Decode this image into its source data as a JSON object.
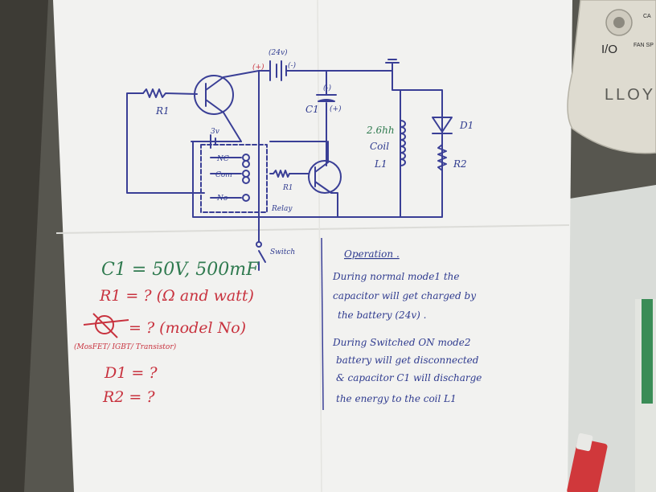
{
  "diagram": {
    "labels": {
      "r1_top": "R1",
      "battery_main": "(24v)",
      "plus_sign": "(+)",
      "minus_sign": "(-)",
      "cap_name": "C1",
      "cap_minus": "(-)",
      "cap_plus": "(+)",
      "coil_value": "2.6hh",
      "coil_word": "Coil",
      "coil_name": "L1",
      "diode": "D1",
      "r2": "R2",
      "battery_small": "3v",
      "nc": "NC",
      "com": "Com",
      "no": "No",
      "r1_relay": "R1",
      "relay": "Relay",
      "switch": "Switch"
    },
    "notes": {
      "spec_c1": "C1 = 50V, 500mF",
      "spec_r1": "R1 = ? (Ω and watt)",
      "spec_q": "= ? (model No)",
      "spec_q_options": "(MosFET/ IGBT/ Transistor)",
      "spec_d1": "D1 = ?",
      "spec_r2": "R2 = ?"
    },
    "operation": {
      "heading": "Operation .",
      "lines": [
        "During normal mode1 the",
        "capacitor will get charged by",
        "the battery (24v) .",
        "During Switched ON mode2",
        "battery will get disconnected",
        "& capacitor C1 will discharge",
        "the energy to the coil L1"
      ]
    },
    "device": {
      "power_label": "I/O",
      "fan_label": "FAN SP",
      "brand": "LLOY",
      "corner_label": "CA"
    }
  },
  "colors": {
    "ink_blue": "#2f3b8f",
    "ink_red": "#c8323e",
    "ink_green": "#2f7a4f",
    "paper": "#f2f2f0"
  }
}
